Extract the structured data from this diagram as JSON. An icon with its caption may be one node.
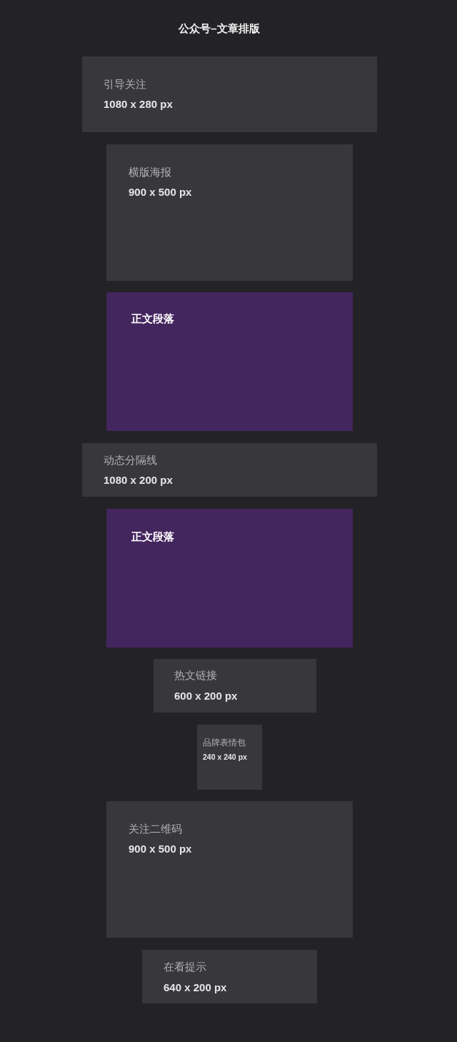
{
  "diagram": {
    "title": "公众号–文章排版",
    "nodes": [
      {
        "text": [
          "引导关注",
          "1080 x 280 px"
        ]
      },
      {
        "text": [
          "横版海报",
          "900 x 500 px"
        ]
      },
      {
        "text": [
          "正文段落"
        ]
      },
      {
        "text": [
          "动态分隔线",
          "1080 x 200 px"
        ]
      },
      {
        "text": [
          "正文段落"
        ]
      },
      {
        "text": [
          "热文链接",
          "600 x 200 px"
        ]
      },
      {
        "text": [
          "品牌表情包",
          "240 x 240 px"
        ]
      },
      {
        "text": [
          "关注二维码",
          "900 x 500 px"
        ]
      },
      {
        "text": [
          "在看提示",
          "640 x 200 px"
        ]
      }
    ]
  }
}
